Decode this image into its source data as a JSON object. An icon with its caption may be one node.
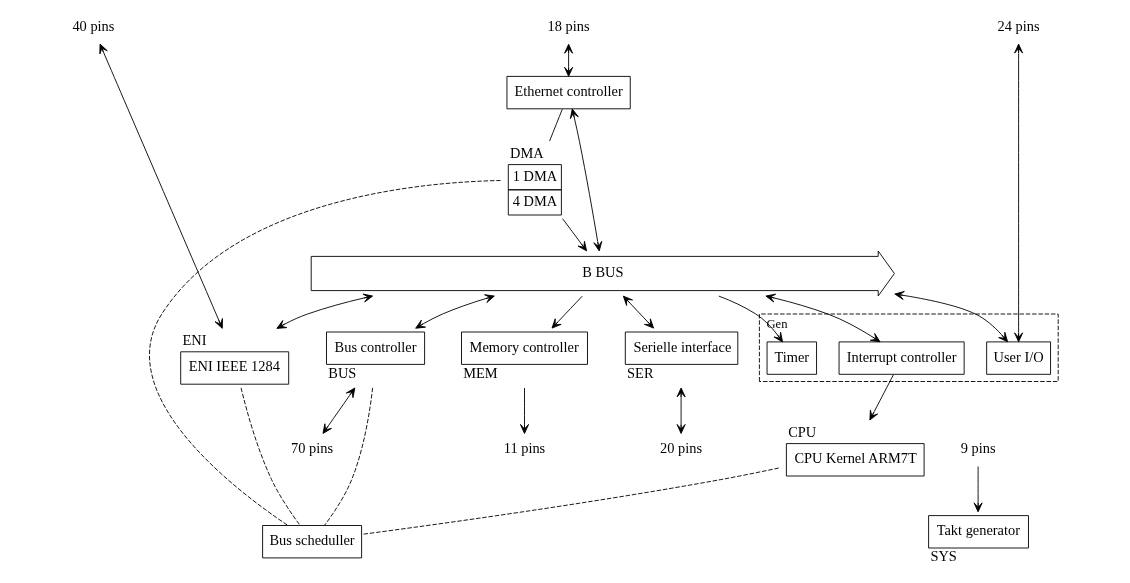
{
  "diagram": {
    "nodes": [
      {
        "text": [
          "Gen"
        ]
      },
      {
        "text": [
          "Interrupt controller"
        ],
        "in": 0
      },
      {
        "text": [
          "Timer"
        ],
        "in": 0
      },
      {
        "text": [
          "User I/O"
        ],
        "in": 0
      },
      {
        "text": [
          "18 pins"
        ]
      },
      {
        "text": [
          "40 pins"
        ]
      },
      {
        "text": [
          "24 pins"
        ]
      },
      {
        "text": [
          "Ethernet controller"
        ]
      },
      {
        "text": [
          "DMA",
          "1 DMA",
          "4 DMA"
        ]
      },
      {
        "text": [
          "ENI",
          "ENI IEEE 1284"
        ]
      },
      {
        "text": [
          "CPU",
          "CPU Kernel ARM7T"
        ]
      },
      {
        "text": [
          "B BUS"
        ]
      },
      {
        "text": [
          "Takt generator",
          "SYS"
        ]
      },
      {
        "text": [
          "Serielle interface",
          "SER"
        ]
      },
      {
        "text": [
          "Memory controller",
          "MEM"
        ]
      },
      {
        "text": [
          "Bus controller",
          "BUS"
        ]
      },
      {
        "text": [
          "Bus scheduller"
        ]
      },
      {
        "text": [
          "9 pins"
        ]
      },
      {
        "text": [
          "20 pins"
        ]
      },
      {
        "text": [
          "11 pins"
        ]
      },
      {
        "text": [
          "70 pins"
        ]
      }
    ],
    "edges": [
      {
        "from": 4,
        "to": 7,
        "arrow": "both"
      },
      {
        "from": 5,
        "to": 9,
        "arrow": "both"
      },
      {
        "from": 6,
        "to": 3,
        "arrow": "both"
      },
      {
        "from": 1,
        "to": 10,
        "arrow": "to"
      },
      {
        "from": 7,
        "to": 8,
        "arrow": "none"
      },
      {
        "from": 11,
        "to": 7,
        "arrow": "both"
      },
      {
        "from": 8,
        "to": 11,
        "arrow": "to"
      },
      {
        "from": 11,
        "to": 9,
        "arrow": "both"
      },
      {
        "from": 11,
        "to": 2,
        "arrow": "to"
      },
      {
        "from": 11,
        "to": 1,
        "arrow": "both"
      },
      {
        "from": 11,
        "to": 3,
        "arrow": "both"
      },
      {
        "from": 11,
        "to": 13,
        "arrow": "both"
      },
      {
        "from": 11,
        "to": 14,
        "arrow": "to"
      },
      {
        "from": 11,
        "to": 15,
        "arrow": "both"
      },
      {
        "from": 17,
        "to": 12,
        "arrow": "to"
      },
      {
        "from": 13,
        "to": 18,
        "arrow": "both"
      },
      {
        "from": 14,
        "to": 19,
        "arrow": "to"
      },
      {
        "from": 15,
        "to": 20,
        "arrow": "both"
      },
      {
        "from": 10,
        "to": 16,
        "arrow": "none",
        "style": "dashed"
      },
      {
        "from": 8,
        "to": 16,
        "arrow": "none",
        "style": "dashed"
      },
      {
        "from": 9,
        "to": 16,
        "arrow": "none",
        "style": "dashed"
      },
      {
        "from": 15,
        "to": 16,
        "arrow": "none",
        "style": "dashed"
      }
    ]
  }
}
